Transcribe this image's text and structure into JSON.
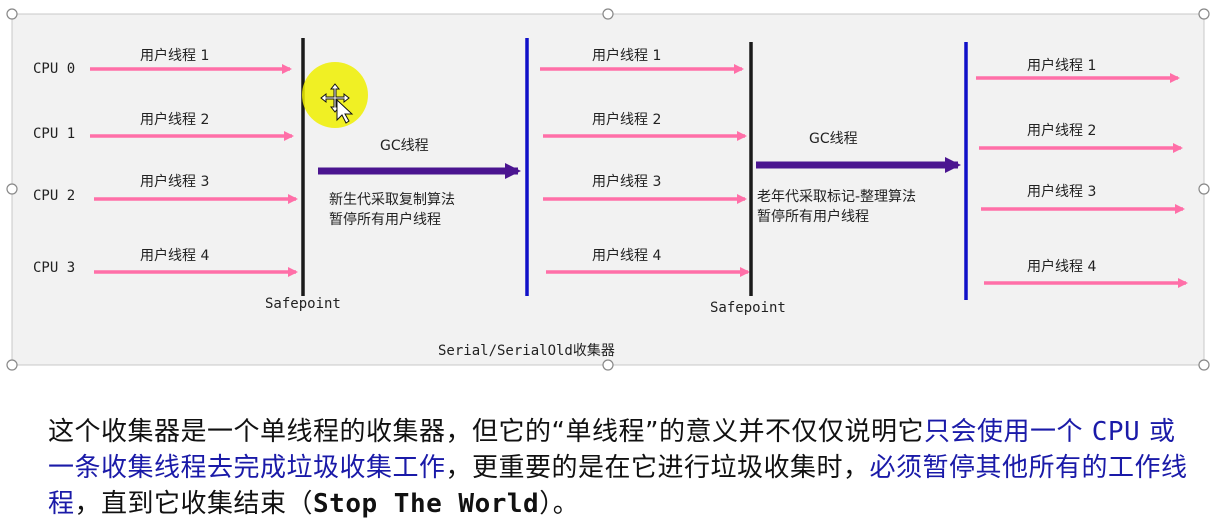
{
  "diagram": {
    "cpus": [
      "CPU 0",
      "CPU 1",
      "CPU 2",
      "CPU 3"
    ],
    "threads": [
      "用户线程 1",
      "用户线程 2",
      "用户线程 3",
      "用户线程 4"
    ],
    "gc1": {
      "label": "GC线程",
      "line1": "新生代采取复制算法",
      "line2": "暂停所有用户线程"
    },
    "gc2": {
      "label": "GC线程",
      "line1": "老年代采取标记-整理算法",
      "line2": "暂停所有用户线程"
    },
    "safepoint": "Safepoint",
    "title": "Serial/SerialOld收集器",
    "colors": {
      "thread_arrow": "#ff6fa8",
      "gc_arrow": "#4b1590",
      "safepoint_line": "#1a1a1a",
      "resume_line": "#1010c8",
      "panel_bg": "#f2f2f2"
    }
  },
  "caption": {
    "p1": "这个收集器是一个单线程的收集器，但它的“单线程”的意义并不仅仅说明它",
    "h1": "只会使用一个",
    "h1b": "CPU",
    "h1c": "或一条收集线程去完成垃圾收集工作",
    "p2": "，更重要的是在它进行垃圾收集时，",
    "h2": "必须暂停其他所有的工作线程",
    "p3": "，直到它收集结束（",
    "mono": "Stop The World",
    "p4": "）。"
  }
}
